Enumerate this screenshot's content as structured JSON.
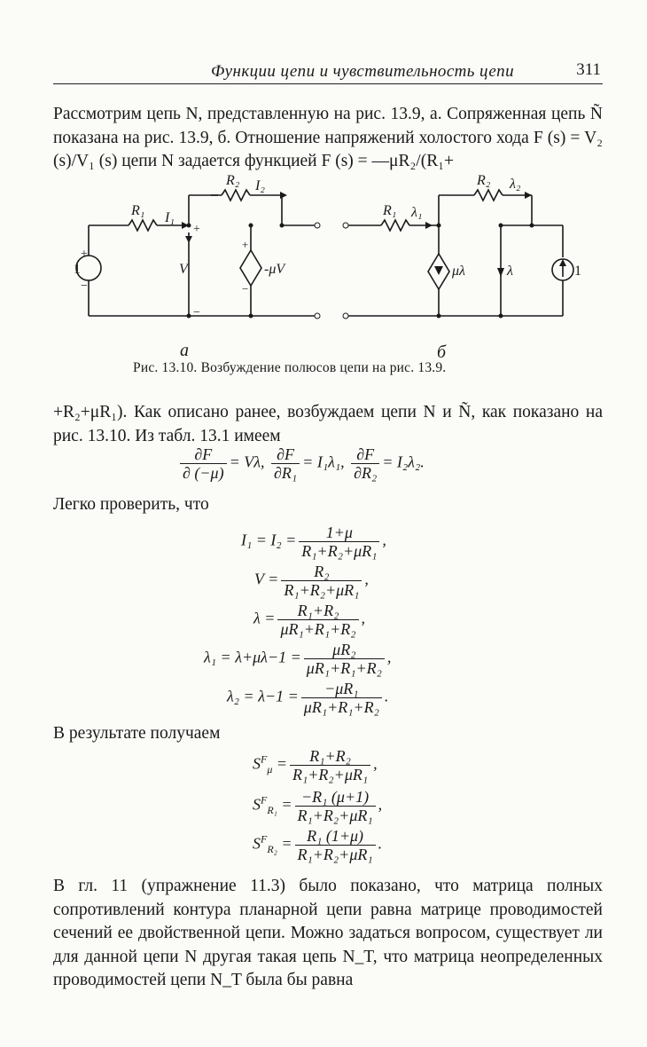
{
  "header": {
    "title": "Функции цепи и чувствительность цепи",
    "page_number": "311"
  },
  "para1": {
    "text": "Рассмотрим цепь N, представленную на рис. 13.9, a. Сопряженная цепь Ñ показана на рис. 13.9, б. Отношение напряжений холостого хода F (s) = V₂ (s)/V₁ (s) цепи N задается функцией F (s) = —μR₂/(R₁+"
  },
  "figure": {
    "left_labels": {
      "R1": "R₁",
      "I1": "I₁",
      "R2": "R₂",
      "I2": "I₂",
      "V": "V",
      "muV": "-μV",
      "src": "1",
      "plus": "+",
      "minus": "−"
    },
    "right_labels": {
      "R1": "R₁",
      "l1": "λ₁",
      "R2": "R₂",
      "l2": "λ₂",
      "mulambda": "μλ",
      "lambda": "λ",
      "src": "1"
    },
    "sub_a": "а",
    "sub_b": "б",
    "caption": "Рис. 13.10. Возбуждение полюсов цепи на рис. 13.9."
  },
  "para2": {
    "text": "+R₂+μR₁). Как описано ранее, возбуждаем цепи N и Ñ, как показано на рис. 13.10. Из табл. 13.1 имеем"
  },
  "eq_derivs": {
    "d1_num": "∂F",
    "d1_den": "∂ (−μ)",
    "d1_rhs": "= Vλ,",
    "d2_num": "∂F",
    "d2_den": "∂R₁",
    "d2_rhs": "= I₁λ₁,",
    "d3_num": "∂F",
    "d3_den": "∂R₂",
    "d3_rhs": "= I₂λ₂."
  },
  "easy": "Легко проверить, что",
  "eqs": {
    "e1_lhs": "I₁ = I₂ =",
    "e1_num": "1+μ",
    "e1_den": "R₁+R₂+μR₁",
    "e1_end": ",",
    "e2_lhs": "V =",
    "e2_num": "R₂",
    "e2_den": "R₁+R₂+μR₁",
    "e2_end": ",",
    "e3_lhs": "λ =",
    "e3_num": "R₁+R₂",
    "e3_den": "μR₁+R₁+R₂",
    "e3_end": ",",
    "e4_lhs": "λ₁ = λ+μλ−1 =",
    "e4_num": "μR₂",
    "e4_den": "μR₁+R₁+R₂",
    "e4_end": ",",
    "e5_lhs": "λ₂ = λ−1 =",
    "e5_num": "−μR₁",
    "e5_den": "μR₁+R₁+R₂",
    "e5_end": "."
  },
  "result": "В результате получаем",
  "sens": {
    "s1_lhs": "S",
    "s1_sup": "F",
    "s1_sub": "μ",
    "s1_num": "R₁+R₂",
    "s1_den": "R₁+R₂+μR₁",
    "s1_end": ",",
    "s2_lhs": "S",
    "s2_sup": "F",
    "s2_sub": "R₁",
    "s2_num": "−R₁ (μ+1)",
    "s2_den": "R₁+R₂+μR₁",
    "s2_end": ",",
    "s3_lhs": "S",
    "s3_sup": "F",
    "s3_sub": "R₂",
    "s3_num": "R₁ (1+μ)",
    "s3_den": "R₁+R₂+μR₁",
    "s3_end": "."
  },
  "para3": {
    "text": "В гл. 11 (упражнение 11.3) было показано, что матрица полных сопротивлений контура планарной цепи равна матрице проводимостей сечений ее двойственной цепи. Можно задаться вопросом, существует ли для данной цепи N другая такая цепь N_T, что матрица неопределенных проводимостей цепи N_T была бы равна"
  }
}
